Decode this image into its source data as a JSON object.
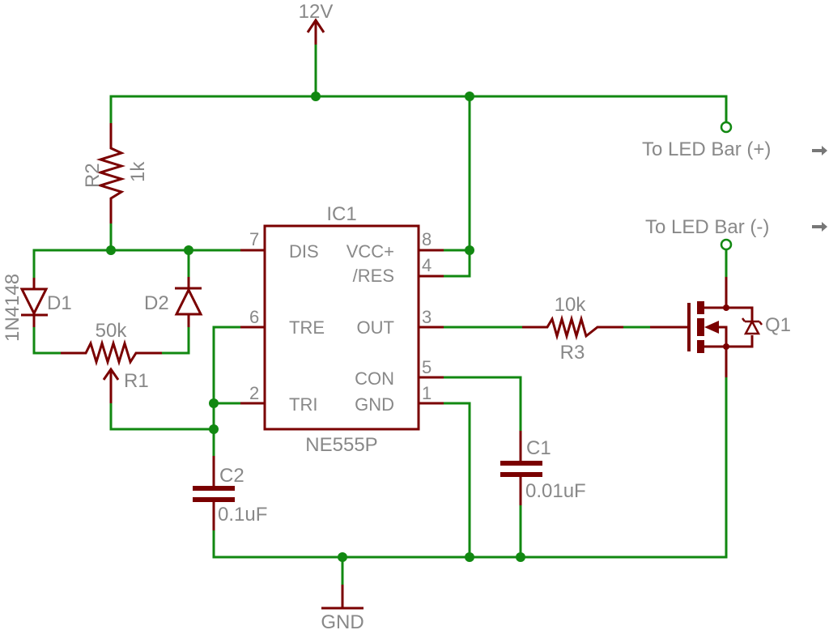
{
  "title": "NE555 LED Bar Flasher Schematic",
  "colors": {
    "wire": "#118811",
    "part": "#7a0000",
    "label": "#888888",
    "background": "#ffffff"
  },
  "power": {
    "vcc_label": "12V",
    "gnd_label": "GND"
  },
  "ic": {
    "name": "IC1",
    "value": "NE555P",
    "pins": [
      {
        "number": "7",
        "label": "DIS"
      },
      {
        "number": "6",
        "label": "TRE"
      },
      {
        "number": "2",
        "label": "TRI"
      },
      {
        "number": "8",
        "label": "VCC+"
      },
      {
        "number": "4",
        "label": "/RES"
      },
      {
        "number": "3",
        "label": "OUT"
      },
      {
        "number": "5",
        "label": "CON"
      },
      {
        "number": "1",
        "label": "GND"
      }
    ]
  },
  "components": {
    "r1": {
      "name": "R1",
      "value": "50k",
      "type": "potentiometer"
    },
    "r2": {
      "name": "R2",
      "value": "1k",
      "type": "resistor"
    },
    "r3": {
      "name": "R3",
      "value": "10k",
      "type": "resistor"
    },
    "d1": {
      "name": "D1",
      "value": "1N4148",
      "type": "diode"
    },
    "d2": {
      "name": "D2",
      "type": "diode"
    },
    "c1": {
      "name": "C1",
      "value": "0.01uF",
      "type": "capacitor"
    },
    "c2": {
      "name": "C2",
      "value": "0.1uF",
      "type": "capacitor"
    },
    "q1": {
      "name": "Q1",
      "type": "n-channel-mosfet"
    }
  },
  "outputs": {
    "led_plus": "To LED Bar (+)",
    "led_minus": "To LED Bar (-)"
  }
}
